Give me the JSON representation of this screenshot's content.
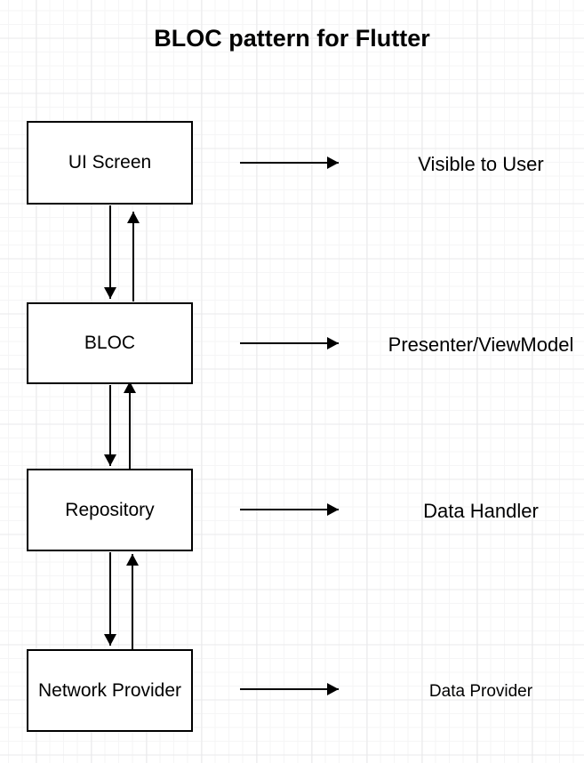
{
  "title": "BLOC pattern for Flutter",
  "diagram": {
    "nodes": [
      {
        "id": "ui-screen",
        "label": "UI Screen",
        "annotation": "Visible to User"
      },
      {
        "id": "bloc",
        "label": "BLOC",
        "annotation": "Presenter/ViewModel"
      },
      {
        "id": "repository",
        "label": "Repository",
        "annotation": "Data Handler"
      },
      {
        "id": "network-provider",
        "label": "Network Provider",
        "annotation": "Data Provider"
      }
    ],
    "edges": [
      {
        "from": "ui-screen",
        "to": "bloc",
        "bidirectional": true
      },
      {
        "from": "bloc",
        "to": "repository",
        "bidirectional": true
      },
      {
        "from": "repository",
        "to": "network-provider",
        "bidirectional": true
      },
      {
        "from": "ui-screen",
        "to": "annotation-visible-to-user",
        "bidirectional": false
      },
      {
        "from": "bloc",
        "to": "annotation-presenter-viewmodel",
        "bidirectional": false
      },
      {
        "from": "repository",
        "to": "annotation-data-handler",
        "bidirectional": false
      },
      {
        "from": "network-provider",
        "to": "annotation-data-provider",
        "bidirectional": false
      }
    ],
    "colors": {
      "background": "#ffffff",
      "grid_minor": "#f5f5f6",
      "grid_major": "#e9e9eb",
      "shape_border": "#000000",
      "shape_fill": "#ffffff",
      "text": "#000000",
      "arrow": "#000000"
    }
  }
}
